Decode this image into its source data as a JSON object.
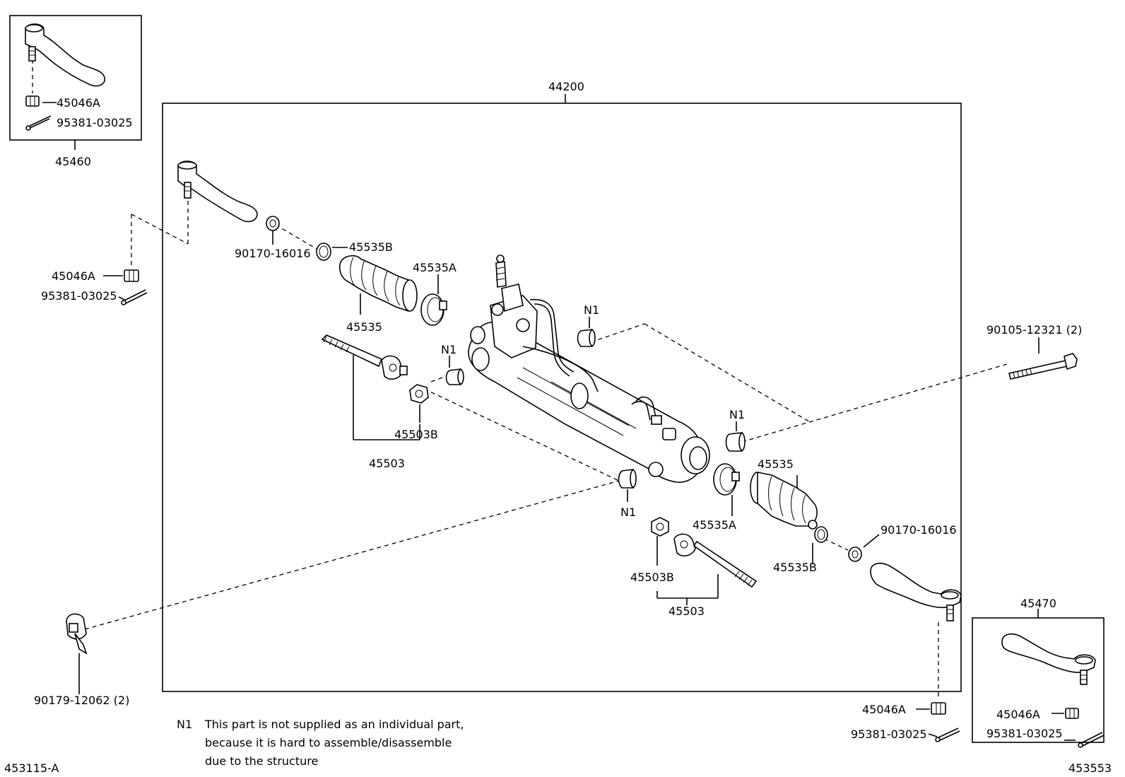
{
  "callouts": {
    "assembly": "44200",
    "tie_end_lh_set": "45460",
    "tie_end_rh_set": "45470",
    "nut_a": "45046A",
    "cotter_pin": "95381-03025",
    "lock_nut": "90170-16016",
    "clamp_b": "45535B",
    "clamp_a": "45535A",
    "boot": "45535",
    "claw_washer": "45503B",
    "rack_end": "45503",
    "bushing": "N1",
    "bolt": "90105-12321 (2)",
    "nut_bracket": "90179-12062 (2)"
  },
  "note": {
    "mark": "N1",
    "line1": "This part is not supplied as an individual part,",
    "line2": "because it is hard to assemble/disassemble",
    "line3": "due to the structure"
  },
  "footer": {
    "left_code": "453115-A",
    "right_code": "453553"
  }
}
